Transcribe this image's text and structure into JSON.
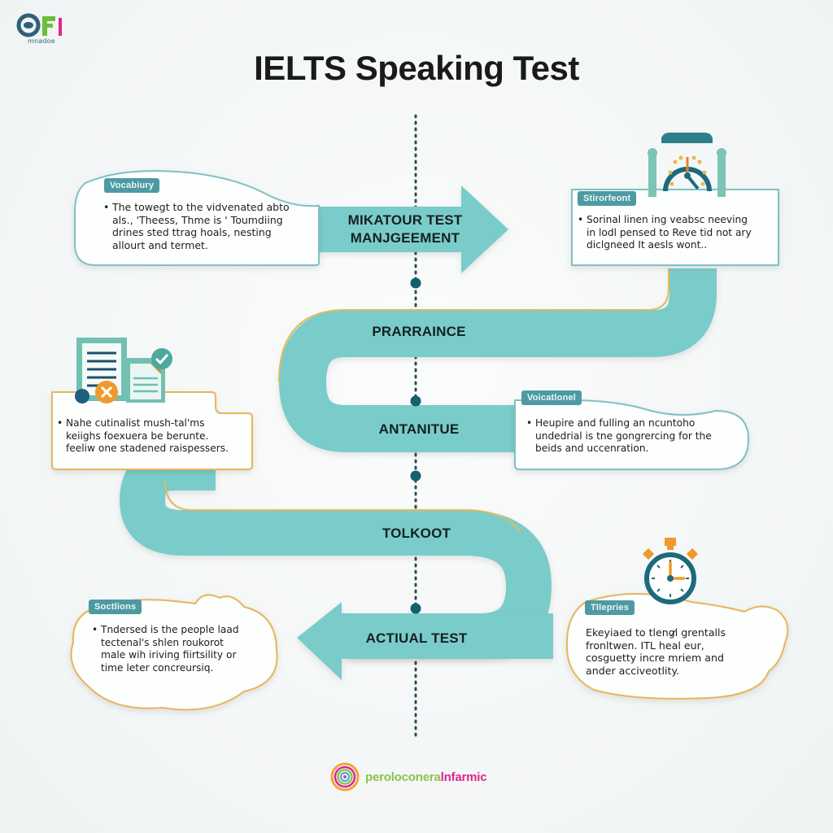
{
  "logo": {
    "mark": "OFI",
    "subtitle": "mnadoe"
  },
  "title": "IELTS Speaking Test",
  "colors": {
    "band": "#7accca",
    "band_edge": "#5fb5b3",
    "accent_outline": "#e4b85a",
    "tag": "#4e9aa2",
    "dot": "#16606a",
    "card_border_teal": "#7fc1c2",
    "card_border_gold": "#e6b65a",
    "orange": "#ef9a2c"
  },
  "flow": {
    "steps": [
      {
        "label_line1": "MIKATOUR TEST",
        "label_line2": "MANJGEEMENT",
        "direction": "right-arrow"
      },
      {
        "label": "PRARRAINCE"
      },
      {
        "label": "ANTANITUE"
      },
      {
        "label": "TOLKOOT"
      },
      {
        "label": "ACTIUAL TEST",
        "direction": "left-arrow"
      }
    ]
  },
  "cards": {
    "vocabulary": {
      "tag": "Vocabiury",
      "lines": [
        "The towegt to the vidvenated abto",
        "als., 'Theess, Thme is ' Toumdiing",
        "drines sted ttrag hoals, nesting",
        "allourt and termet."
      ]
    },
    "structure": {
      "tag": "Stirorfeont",
      "icon": "stopwatch-with-people-icon",
      "lines": [
        "Sorinal linen ing veabsc neeving",
        "in lodl pensed to Reve tid not ary",
        "diclgneed It aesls wont.."
      ]
    },
    "documents": {
      "icon": "document-checklist-icon",
      "lines": [
        "Nahe cutinalist mush-tal'ms",
        "keiighs foexuera be berunte.",
        "feeliw one stadened raispessers."
      ]
    },
    "vocational": {
      "tag": "Voicatlonel",
      "lines": [
        "Heupire and fulling an ncuntoho",
        "undedrial is tne gongrercing for the",
        "beids and uccenration."
      ]
    },
    "sections": {
      "tag": "Soctlions",
      "lines": [
        "Tndersed is the people laad",
        "tectenal's shlen roukorot",
        "male wih iriving fiirtsility or",
        "time leter concreursiq."
      ]
    },
    "tiepries": {
      "tag": "Tllepries",
      "icon": "stopwatch-icon",
      "lines": [
        "Ekeyiaed to tlengi̸ grentalls",
        "fronltwen. ITL heal eur,",
        "cosguetty incre mriem and",
        "ander acciveotlity."
      ]
    }
  },
  "footer": {
    "brand_part1": "peroloconera",
    "brand_part2": "lnfarmic",
    "brand_color1": "#8bc34a",
    "brand_color2": "#e0268c",
    "brand_icon": "spiral-rainbow-logo-icon"
  }
}
